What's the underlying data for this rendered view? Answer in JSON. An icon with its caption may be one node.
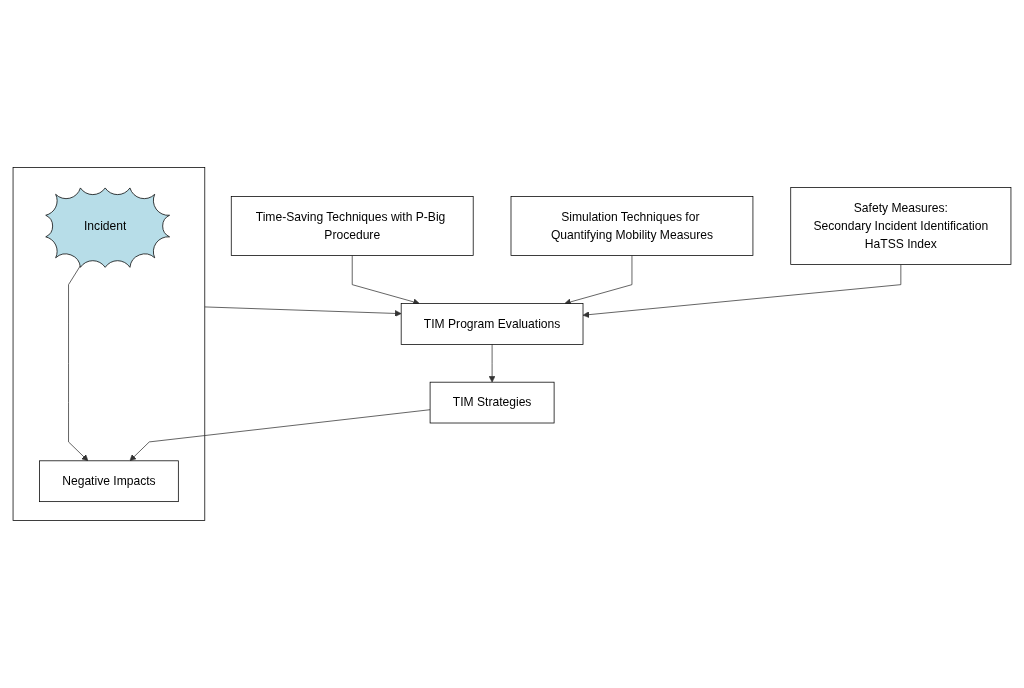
{
  "diagram": {
    "nodes": [
      {
        "text": [],
        "shape": "box"
      },
      {
        "text": [
          "Incident"
        ],
        "in": 0
      },
      {
        "text": [
          "Negative Impacts"
        ],
        "in": 0
      },
      {
        "text": [
          "Time-Saving Techniques with P-Big Procedure"
        ]
      },
      {
        "text": [
          "TIM Program Evaluations"
        ]
      },
      {
        "text": [
          "TIM Strategies"
        ]
      },
      {
        "text": [
          "Simulation Techniques for Quantifying Mobility Measures"
        ]
      },
      {
        "text": [
          "Safety Measures:",
          "Secondary Incident Identification",
          "HaTSS Index"
        ]
      }
    ],
    "edges": [
      {
        "from": 1,
        "to": 2,
        "arrow": "to"
      },
      {
        "from": 0,
        "to": 4,
        "arrow": "to"
      },
      {
        "from": 3,
        "to": 4,
        "arrow": "to"
      },
      {
        "from": 4,
        "to": 5,
        "arrow": "to"
      },
      {
        "from": 5,
        "to": 2,
        "arrow": "to"
      },
      {
        "from": 6,
        "to": 4,
        "arrow": "to"
      },
      {
        "from": 7,
        "to": 4,
        "arrow": "to"
      }
    ]
  }
}
